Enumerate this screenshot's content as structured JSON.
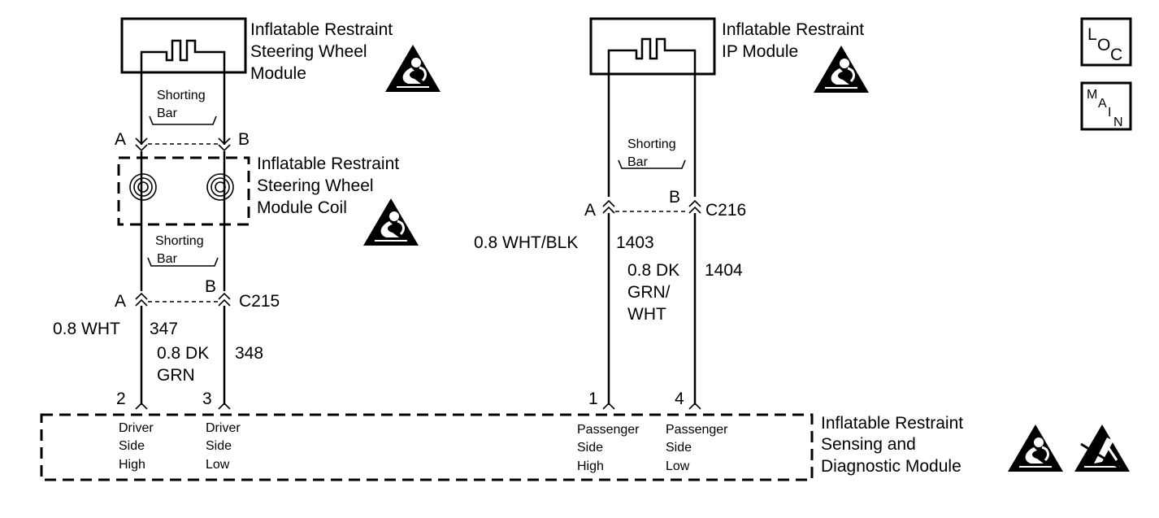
{
  "components": {
    "steering_module": [
      "Inflatable Restraint",
      "Steering Wheel",
      "Module"
    ],
    "ip_module": [
      "Inflatable Restraint",
      "IP Module"
    ],
    "coil": [
      "Inflatable Restraint",
      "Steering Wheel",
      "Module Coil"
    ],
    "sdm": [
      "Inflatable Restraint",
      "Sensing and",
      "Diagnostic Module"
    ]
  },
  "shorting_bar": [
    "Shorting",
    "Bar"
  ],
  "connectors": {
    "pin_a": "A",
    "pin_b": "B",
    "c215": "C215",
    "c216": "C216"
  },
  "wires": {
    "w347": {
      "color": "0.8 WHT",
      "circuit": "347"
    },
    "w348": {
      "color": [
        "0.8 DK",
        "GRN"
      ],
      "circuit": "348"
    },
    "w1403": {
      "color": "0.8 WHT/BLK",
      "circuit": "1403"
    },
    "w1404": {
      "color": [
        "0.8 DK",
        "GRN/",
        "WHT"
      ],
      "circuit": "1404"
    }
  },
  "sdm_pins": [
    {
      "num": "2",
      "label": [
        "Driver",
        "Side",
        "High"
      ]
    },
    {
      "num": "3",
      "label": [
        "Driver",
        "Side",
        "Low"
      ]
    },
    {
      "num": "1",
      "label": [
        "Passenger",
        "Side",
        "High"
      ]
    },
    {
      "num": "4",
      "label": [
        "Passenger",
        "Side",
        "Low"
      ]
    }
  ],
  "nav_buttons": {
    "loc": [
      "L",
      "O",
      "C"
    ],
    "main": [
      "M",
      "A",
      "I",
      "N"
    ]
  },
  "icons": [
    "airbag-warning-icon",
    "esd-warning-icon"
  ]
}
